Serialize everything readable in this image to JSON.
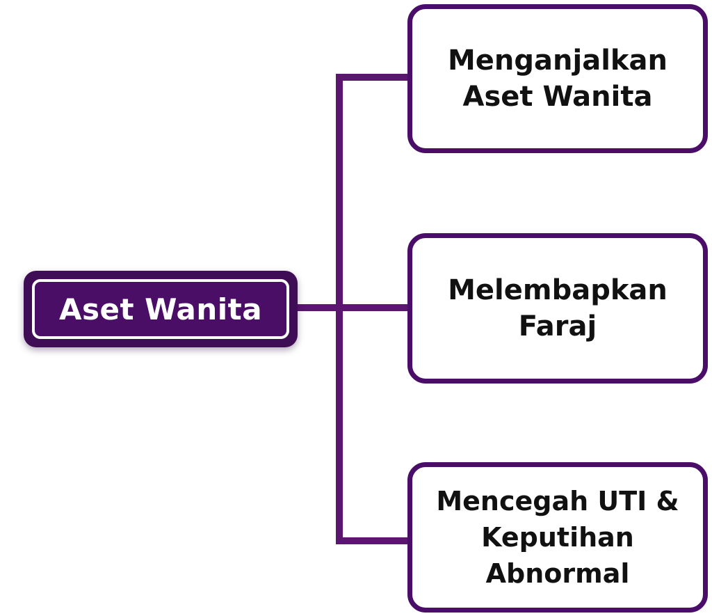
{
  "diagram": {
    "root": {
      "label": "Aset Wanita"
    },
    "children": [
      {
        "label": "Menganjalkan\nAset Wanita"
      },
      {
        "label": "Melembapkan\nFaraj"
      },
      {
        "label": "Mencegah UTI &\nKeputihan\nAbnormal"
      }
    ]
  },
  "colors": {
    "primary": "#4b0e68",
    "root_fill": "#4a0e66",
    "connector": "#5b1670",
    "text_on_primary": "#ffffff",
    "text": "#111111"
  }
}
